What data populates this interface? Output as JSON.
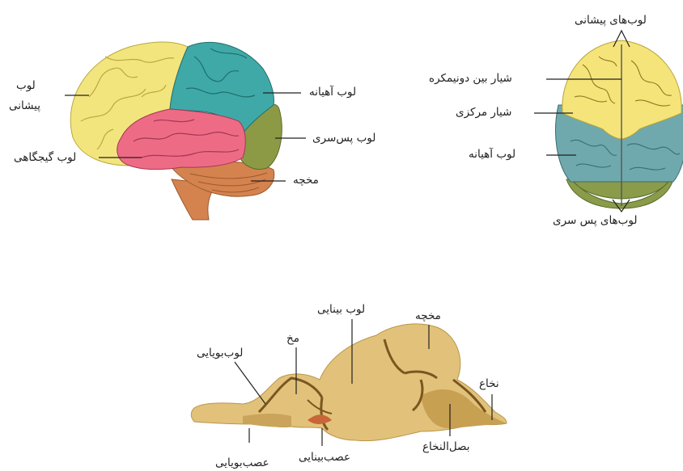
{
  "side_view": {
    "frontal_a": "لوب",
    "frontal_b": "پیشانی",
    "temporal": "لوب گیجگاهی",
    "parietal": "لوب آهیانه",
    "occipital": "لوب پس‌سری",
    "cerebellum": "مخچه"
  },
  "top_view": {
    "frontal": "لوب‌های پیشانی",
    "fissure": "شیار بین دونیمکره",
    "central": "شیار مرکزی",
    "parietal": "لوب آهیانه",
    "occipital": "لوب‌های پس  سری"
  },
  "animal_view": {
    "optic_lobe": "لوب بینایی",
    "cerebellum": "مخچه",
    "cerebrum": "مخ",
    "olfactory_lobe": "لوب‌بویایی",
    "medulla": "نخاع",
    "brainstem": "بصل‌النخاع",
    "optic_nerve": "عصب‌بینایی",
    "olfactory_nerve": "عصب‌بویایی"
  },
  "colors": {
    "frontal": "#f3e57e",
    "parietal": "#3fa9a7",
    "temporal": "#ee6b86",
    "occipital": "#8c9a46",
    "cerebellum": "#d4834f",
    "top_frontal": "#f5e47a",
    "top_parietal": "#6fa9ad",
    "top_occipital": "#8a9c4a",
    "animal_base": "#e2c27a",
    "animal_dark": "#7a5620"
  }
}
